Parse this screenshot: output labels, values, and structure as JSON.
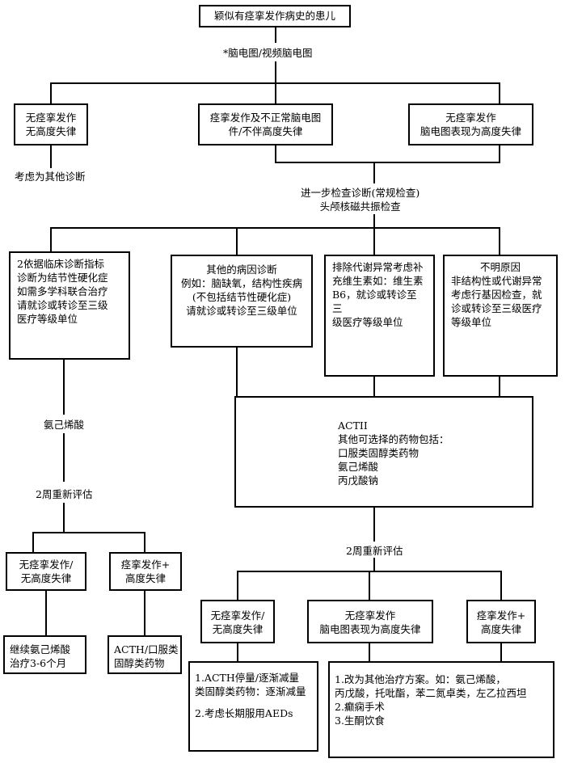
{
  "top": "颖似有痉挛发作病史的患儿",
  "eeg": "*脑电图/视频脑电图",
  "row1": {
    "left": [
      "无痉挛发作",
      "无高度失律"
    ],
    "mid": [
      "痉挛发作及不正常脑电图",
      "件/不伴高度失律"
    ],
    "right": [
      "无痉挛发作",
      "脑电图表现为高度失律"
    ]
  },
  "consider": "考虑为其他诊断",
  "further": [
    "进一步检查诊断(常规检查)",
    "头颅核磁共振检查"
  ],
  "row2": {
    "b1": [
      "2依据临床诊断指标",
      "诊断为结节性硬化症",
      "如需多学科联合治疗",
      "请就诊或转诊至三级",
      "医疗等级单位"
    ],
    "b2": [
      "其他的病因诊断",
      "例如：脑缺氧，结构性疾病",
      "(不包括结节性硬化症)",
      "请就诊或转诊至三级单位"
    ],
    "b3": [
      "排除代谢异常考虑补",
      "充维生素如：维生素",
      "B6，就诊或转诊至三",
      "级医疗等级单位"
    ],
    "b4": [
      "不明原因",
      "非结构性或代谢异常",
      "考虑行基因检查，就",
      "诊或转诊至三级医疗",
      "等级单位"
    ]
  },
  "vigabatrin": "氨己烯酸",
  "acth_box": [
    "ACTII",
    "其他可选择的药物包括：",
    "口服类固醇类药物",
    "氨己烯酸",
    "丙戊酸钠"
  ],
  "reeval_left": "2周重新评估",
  "reeval_right": "2周重新评估",
  "left_branch": {
    "no_spasm": [
      "无痉挛发作/",
      "无高度失律"
    ],
    "spasm": [
      "痉挛发作+",
      "高度失律"
    ],
    "continue": [
      "继续氨己烯酸",
      "治疗3-6个月"
    ],
    "acth": [
      "ACTH/口服类",
      "固醇类药物"
    ]
  },
  "right_branch": {
    "no_spasm": [
      "无痉挛发作/",
      "无高度失律"
    ],
    "eeg_hyps": [
      "无痉挛发作",
      "脑电图表现为高度失律"
    ],
    "spasm": [
      "痉挛发作+",
      "高度失律"
    ],
    "taper": [
      "1.ACTH停量/逐渐减量",
      "类固醇类药物：逐渐减量",
      "2.考虑长期服用AEDs"
    ],
    "change": [
      "1.改为其他治疗方案。如：氨己烯酸，",
      "丙戊酸，托吡酯，苯二氮卓类，左乙拉西坦",
      "2.癫痫手术",
      "3.生酮饮食"
    ]
  }
}
